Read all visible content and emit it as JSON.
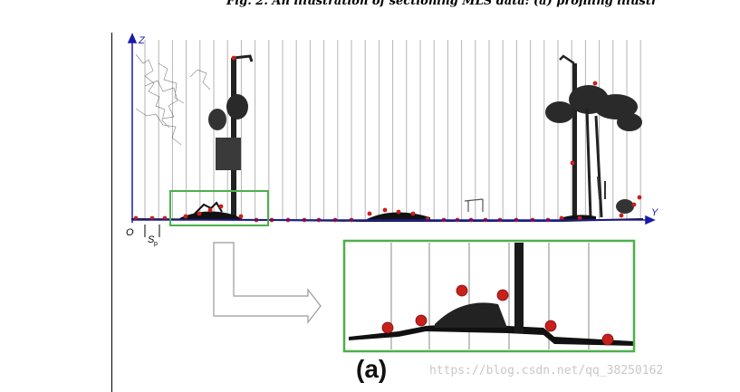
{
  "caption": "Fig. 2. An illustration of sectioning MLS data: (a) profiling illustr",
  "figure": {
    "axis_z_label": "Z",
    "axis_y_label": "Y",
    "origin_label": "O",
    "spacing_label": "S",
    "spacing_sub": "p",
    "panel_label": "(a)",
    "colors": {
      "axis": "#1a1aa8",
      "highlight_box": "#4db04a",
      "key_point": "#c8201c",
      "points": "#111111",
      "section_line": "#b5b5b5"
    }
  },
  "watermark": "https://blog.csdn.net/qq_38250162"
}
